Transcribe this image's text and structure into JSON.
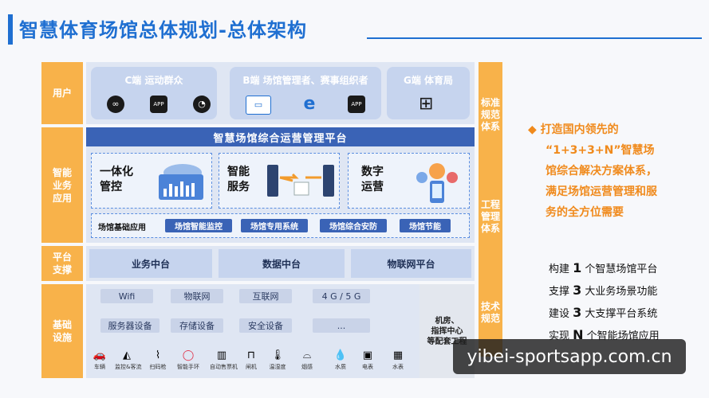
{
  "title": {
    "prefix": "智慧体育场馆总体规划-",
    "bold": "总体架构"
  },
  "left_labels": {
    "users": "用户",
    "apps": "智能业务应用",
    "platform": "平台支撑",
    "infra": "基础设施"
  },
  "users": {
    "c_end": {
      "title": "C端  运动群众",
      "icons": [
        {
          "name": "miniprogram-icon",
          "glyph": "∞"
        },
        {
          "name": "app-icon",
          "glyph": "APP"
        },
        {
          "name": "wechat-icon",
          "glyph": "◔"
        }
      ]
    },
    "b_end": {
      "title": "B端  场馆管理者、赛事组织者",
      "icons": [
        {
          "name": "screen-icon",
          "glyph": "▭"
        },
        {
          "name": "browser-icon",
          "glyph": "e"
        },
        {
          "name": "app-icon",
          "glyph": "APP"
        }
      ]
    },
    "g_end": {
      "title": "G端  体育局",
      "icons": [
        {
          "name": "grid-apps-icon",
          "glyph": "⊞"
        }
      ]
    }
  },
  "platform_band": "智慧场馆综合运营管理平台",
  "apps": {
    "cloud": "一体化\n管控",
    "service": "智能\n服务",
    "ops": "数字\n运营"
  },
  "basic_apps": {
    "label": "场馆基础应用",
    "items": [
      "场馆智能监控",
      "场馆专用系统",
      "场馆综合安防",
      "场馆节能"
    ]
  },
  "middle_platforms": [
    "业务中台",
    "数据中台",
    "物联网平台"
  ],
  "infra": {
    "network": [
      "Wifi",
      "物联网",
      "互联网",
      "4 G / 5 G"
    ],
    "equipment": [
      "服务器设备",
      "存储设备",
      "安全设备",
      "..."
    ],
    "machine_room": "机房、\n指挥中心\n等配套工程",
    "devices": [
      {
        "name": "car-icon",
        "glyph": "🚗",
        "label": "车辆"
      },
      {
        "name": "camera-icon",
        "glyph": "◭",
        "label": "监控&客流"
      },
      {
        "name": "scanner-icon",
        "glyph": "⌇",
        "label": "扫码枪"
      },
      {
        "name": "wristband-icon",
        "glyph": "◯",
        "label": "智能手环"
      },
      {
        "name": "vending-icon",
        "glyph": "▥",
        "label": "自动售票机"
      },
      {
        "name": "gate-icon",
        "glyph": "⊓",
        "label": "闸机"
      },
      {
        "name": "thermometer-icon",
        "glyph": "🌡",
        "label": "温湿度"
      },
      {
        "name": "smoke-icon",
        "glyph": "⌓",
        "label": "烟感"
      },
      {
        "name": "water-icon",
        "glyph": "💧",
        "label": "水质"
      },
      {
        "name": "meter-icon",
        "glyph": "▣",
        "label": "电表"
      },
      {
        "name": "watermeter-icon",
        "glyph": "▦",
        "label": "水表"
      }
    ]
  },
  "right_column": {
    "top_chars": "标准规范体系",
    "mid_chars": "工程管理体系",
    "bottom_chars": "技术规范"
  },
  "side_text": {
    "bullet": "◆",
    "lines": [
      "打造国内领先的",
      "“1+3+3+N”智慧场",
      "馆综合解决方案体系，",
      "满足场馆运营管理和服",
      "务的全方位需要"
    ]
  },
  "summary": [
    {
      "pre": "构建 ",
      "num": "1",
      "post": " 个智慧场馆平台"
    },
    {
      "pre": "支撑 ",
      "num": "3",
      "post": " 大业务场景功能"
    },
    {
      "pre": "建设 ",
      "num": "3",
      "post": " 大支撑平台系统"
    },
    {
      "pre": "实现 ",
      "num": "N",
      "post": " 个智能场馆应用"
    }
  ],
  "watermark": "yibei-sportsapp.com.cn"
}
